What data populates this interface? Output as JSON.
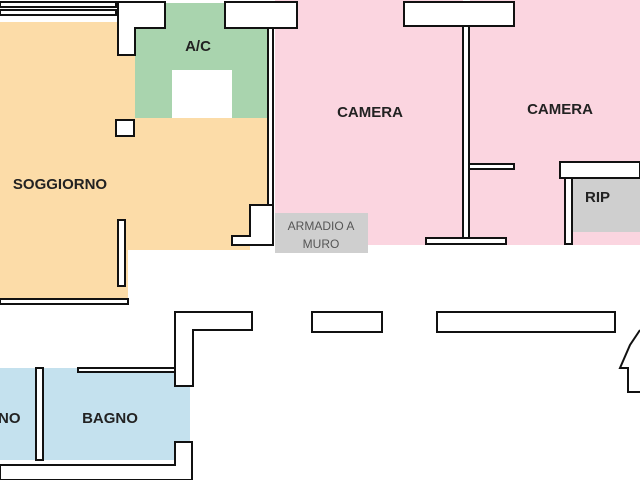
{
  "rooms": {
    "soggiorno": {
      "label": "SOGGIORNO",
      "color": "#FCDCA8"
    },
    "ac": {
      "label": "A/C",
      "color": "#A9D4AE"
    },
    "camera1": {
      "label": "CAMERA",
      "color": "#FBD5E0"
    },
    "camera2": {
      "label": "CAMERA",
      "color": "#FBD5E0"
    },
    "ripostiglio": {
      "label": "RIP",
      "color": "#CFCFCF"
    },
    "armadio": {
      "label_line1": "ARMADIO A",
      "label_line2": "MURO",
      "color": "#CFCFCF"
    },
    "bagno1": {
      "label": "NO",
      "color": "#C4E1EE"
    },
    "bagno2": {
      "label": "BAGNO",
      "color": "#C4E1EE"
    }
  }
}
